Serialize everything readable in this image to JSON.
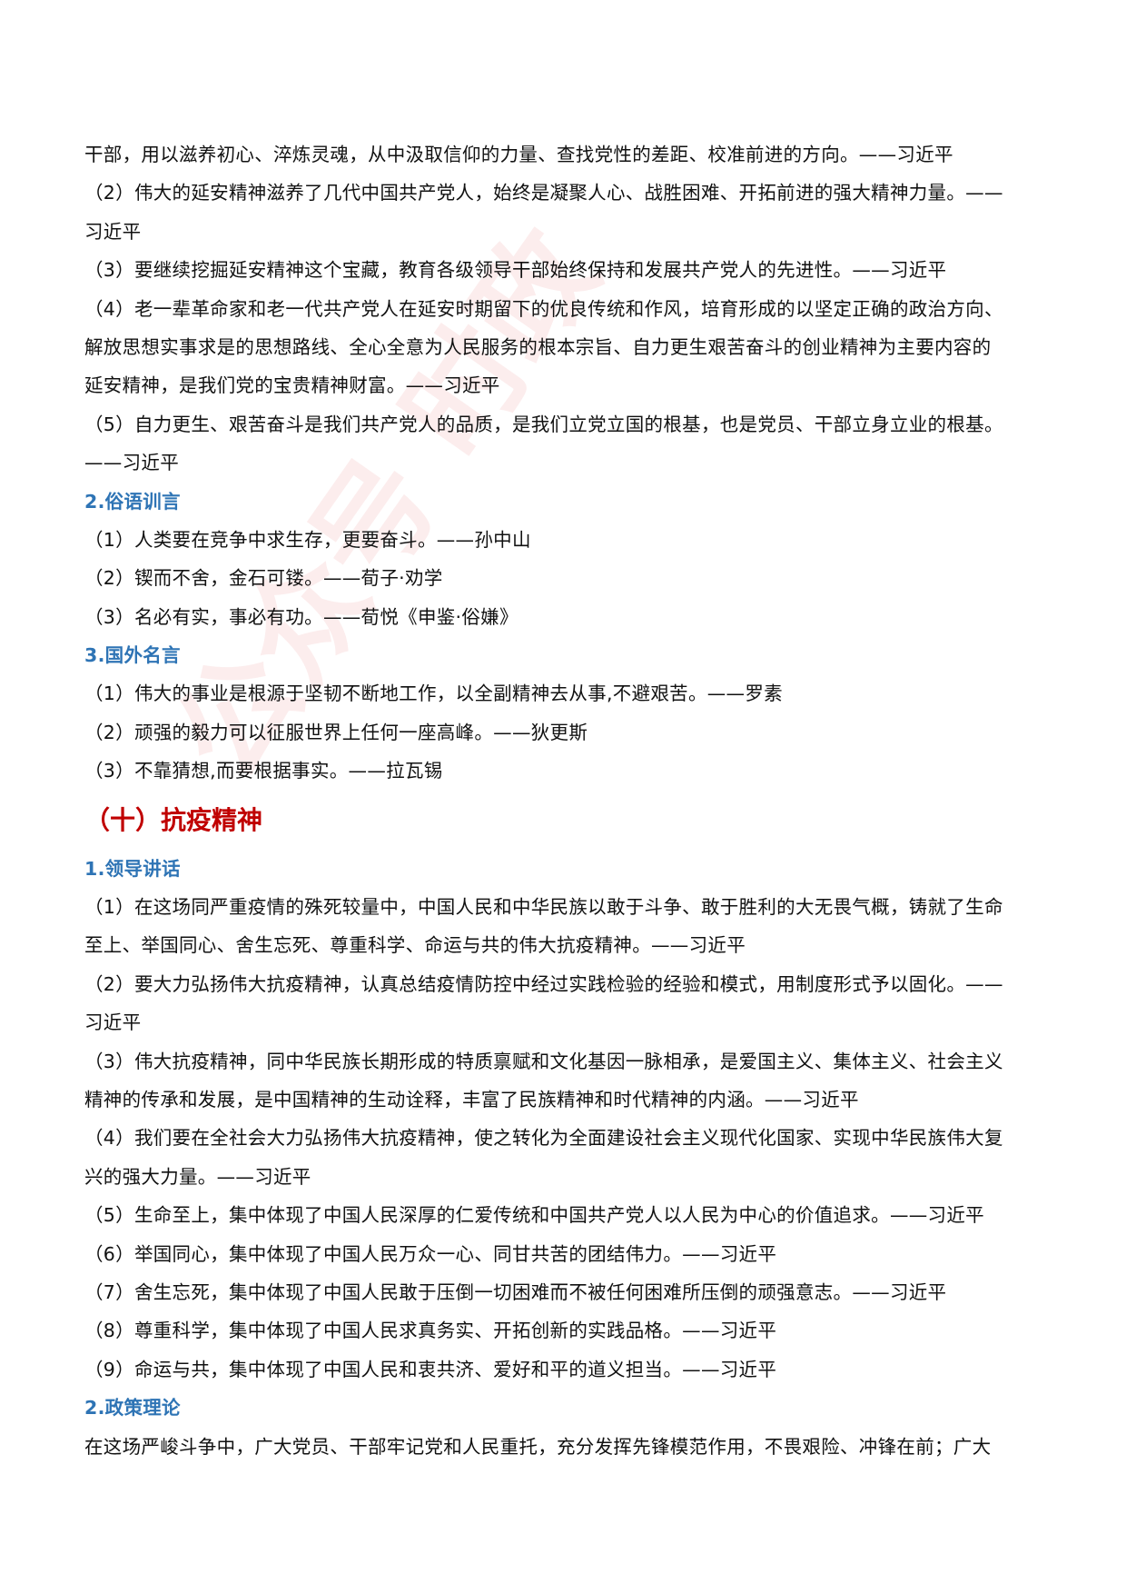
{
  "watermark": "公众号 时政",
  "blocks": [
    {
      "type": "p",
      "lines": [
        "干部，用以滋养初心、淬炼灵魂，从中汲取信仰的力量、查找党性的差距、校准前进的方向。——习近平"
      ]
    },
    {
      "type": "p",
      "lines": [
        "（2）伟大的延安精神滋养了几代中国共产党人，始终是凝聚人心、战胜困难、开拓前进的强大精神力量。——",
        "习近平"
      ]
    },
    {
      "type": "p",
      "lines": [
        "（3）要继续挖掘延安精神这个宝藏，教育各级领导干部始终保持和发展共产党人的先进性。——习近平"
      ]
    },
    {
      "type": "p",
      "lines": [
        "（4）老一辈革命家和老一代共产党人在延安时期留下的优良传统和作风，培育形成的以坚定正确的政治方向、",
        "解放思想实事求是的思想路线、全心全意为人民服务的根本宗旨、自力更生艰苦奋斗的创业精神为主要内容的",
        "延安精神，是我们党的宝贵精神财富。——习近平"
      ]
    },
    {
      "type": "p",
      "lines": [
        "（5）自力更生、艰苦奋斗是我们共产党人的品质，是我们立党立国的根基，也是党员、干部立身立业的根基。",
        "——习近平"
      ]
    },
    {
      "type": "sub",
      "lines": [
        "2.俗语训言"
      ]
    },
    {
      "type": "p",
      "lines": [
        "（1）人类要在竞争中求生存，更要奋斗。——孙中山"
      ]
    },
    {
      "type": "p",
      "lines": [
        "（2）锲而不舍，金石可镂。——荀子·劝学"
      ]
    },
    {
      "type": "p",
      "lines": [
        "（3）名必有实，事必有功。——荀悦《申鉴·俗嫌》"
      ]
    },
    {
      "type": "sub",
      "lines": [
        "3.国外名言"
      ]
    },
    {
      "type": "p",
      "lines": [
        "（1）伟大的事业是根源于坚韧不断地工作，以全副精神去从事,不避艰苦。——罗素"
      ]
    },
    {
      "type": "p",
      "lines": [
        "（2）顽强的毅力可以征服世界上任何一座高峰。——狄更斯"
      ]
    },
    {
      "type": "p",
      "lines": [
        "（3）不靠猜想,而要根据事实。——拉瓦锡"
      ]
    },
    {
      "type": "sec",
      "lines": [
        "（十）抗疫精神"
      ]
    },
    {
      "type": "sub",
      "lines": [
        "1.领导讲话"
      ]
    },
    {
      "type": "p",
      "lines": [
        "（1）在这场同严重疫情的殊死较量中，中国人民和中华民族以敢于斗争、敢于胜利的大无畏气概，铸就了生命",
        "至上、举国同心、舍生忘死、尊重科学、命运与共的伟大抗疫精神。——习近平"
      ]
    },
    {
      "type": "p",
      "lines": [
        "（2）要大力弘扬伟大抗疫精神，认真总结疫情防控中经过实践检验的经验和模式，用制度形式予以固化。——",
        "习近平"
      ]
    },
    {
      "type": "p",
      "lines": [
        "（3）伟大抗疫精神，同中华民族长期形成的特质禀赋和文化基因一脉相承，是爱国主义、集体主义、社会主义",
        "精神的传承和发展，是中国精神的生动诠释，丰富了民族精神和时代精神的内涵。——习近平"
      ]
    },
    {
      "type": "p",
      "lines": [
        "（4）我们要在全社会大力弘扬伟大抗疫精神，使之转化为全面建设社会主义现代化国家、实现中华民族伟大复",
        "兴的强大力量。——习近平"
      ]
    },
    {
      "type": "p",
      "lines": [
        "（5）生命至上，集中体现了中国人民深厚的仁爱传统和中国共产党人以人民为中心的价值追求。——习近平"
      ]
    },
    {
      "type": "p",
      "lines": [
        "（6）举国同心，集中体现了中国人民万众一心、同甘共苦的团结伟力。——习近平"
      ]
    },
    {
      "type": "p",
      "lines": [
        "（7）舍生忘死，集中体现了中国人民敢于压倒一切困难而不被任何困难所压倒的顽强意志。——习近平"
      ]
    },
    {
      "type": "p",
      "lines": [
        "（8）尊重科学，集中体现了中国人民求真务实、开拓创新的实践品格。——习近平"
      ]
    },
    {
      "type": "p",
      "lines": [
        "（9）命运与共，集中体现了中国人民和衷共济、爱好和平的道义担当。——习近平"
      ]
    },
    {
      "type": "sub",
      "lines": [
        "2.政策理论"
      ]
    },
    {
      "type": "p",
      "lines": [
        "在这场严峻斗争中，广大党员、干部牢记党和人民重托，充分发挥先锋模范作用，不畏艰险、冲锋在前；广大"
      ]
    }
  ]
}
